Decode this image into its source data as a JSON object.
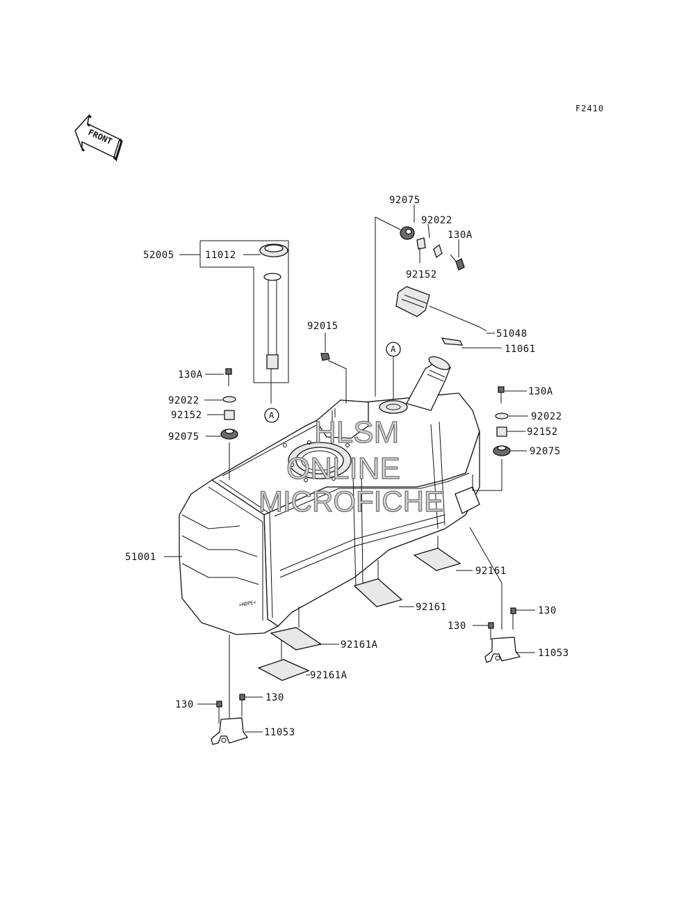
{
  "figure_ref": "F2410",
  "front_label": "FRONT",
  "watermark": [
    "HLSM",
    "ONLINE",
    "MICROFICHE"
  ],
  "callout_letter": "A",
  "part_labels": {
    "p52005": "52005",
    "p11012": "11012",
    "p92075_top": "92075",
    "p92022_top": "92022",
    "p130A_top": "130A",
    "p92152_top": "92152",
    "p51048": "51048",
    "p11061": "11061",
    "p92015": "92015",
    "p130A_left": "130A",
    "p92022_left": "92022",
    "p92152_left": "92152",
    "p92075_left": "92075",
    "p130A_right": "130A",
    "p92022_right": "92022",
    "p92152_right": "92152",
    "p92075_right": "92075",
    "p51001": "51001",
    "p92161_a": "92161",
    "p92161_b": "92161",
    "p92161A_a": "92161A",
    "p92161A_b": "92161A",
    "p130_r1": "130",
    "p130_r2": "130",
    "p11053_r": "11053",
    "p130_l1": "130",
    "p130_l2": "130",
    "p11053_l": "11053"
  },
  "tank_mark": ">HDPE<"
}
